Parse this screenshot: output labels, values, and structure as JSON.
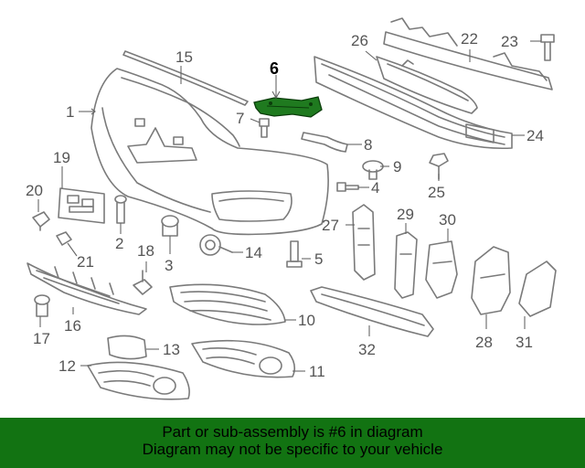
{
  "colors": {
    "highlight_part": "#1f7a1f",
    "footer_background": "#127312",
    "line": "#7a7a7a",
    "callout_text": "#555555"
  },
  "highlighted_callout": "6",
  "callouts": {
    "c1": "1",
    "c2": "2",
    "c3": "3",
    "c4": "4",
    "c5": "5",
    "c6": "6",
    "c7": "7",
    "c8": "8",
    "c9": "9",
    "c10": "10",
    "c11": "11",
    "c12": "12",
    "c13": "13",
    "c14": "14",
    "c15": "15",
    "c16": "16",
    "c17": "17",
    "c18": "18",
    "c19": "19",
    "c20": "20",
    "c21": "21",
    "c22": "22",
    "c23": "23",
    "c24": "24",
    "c25": "25",
    "c26": "26",
    "c27": "27",
    "c28": "28",
    "c29": "29",
    "c30": "30",
    "c31": "31",
    "c32": "32"
  },
  "footer": {
    "line1": "Part or sub-assembly is #6 in diagram",
    "line2": "Diagram may not be specific to your vehicle"
  }
}
